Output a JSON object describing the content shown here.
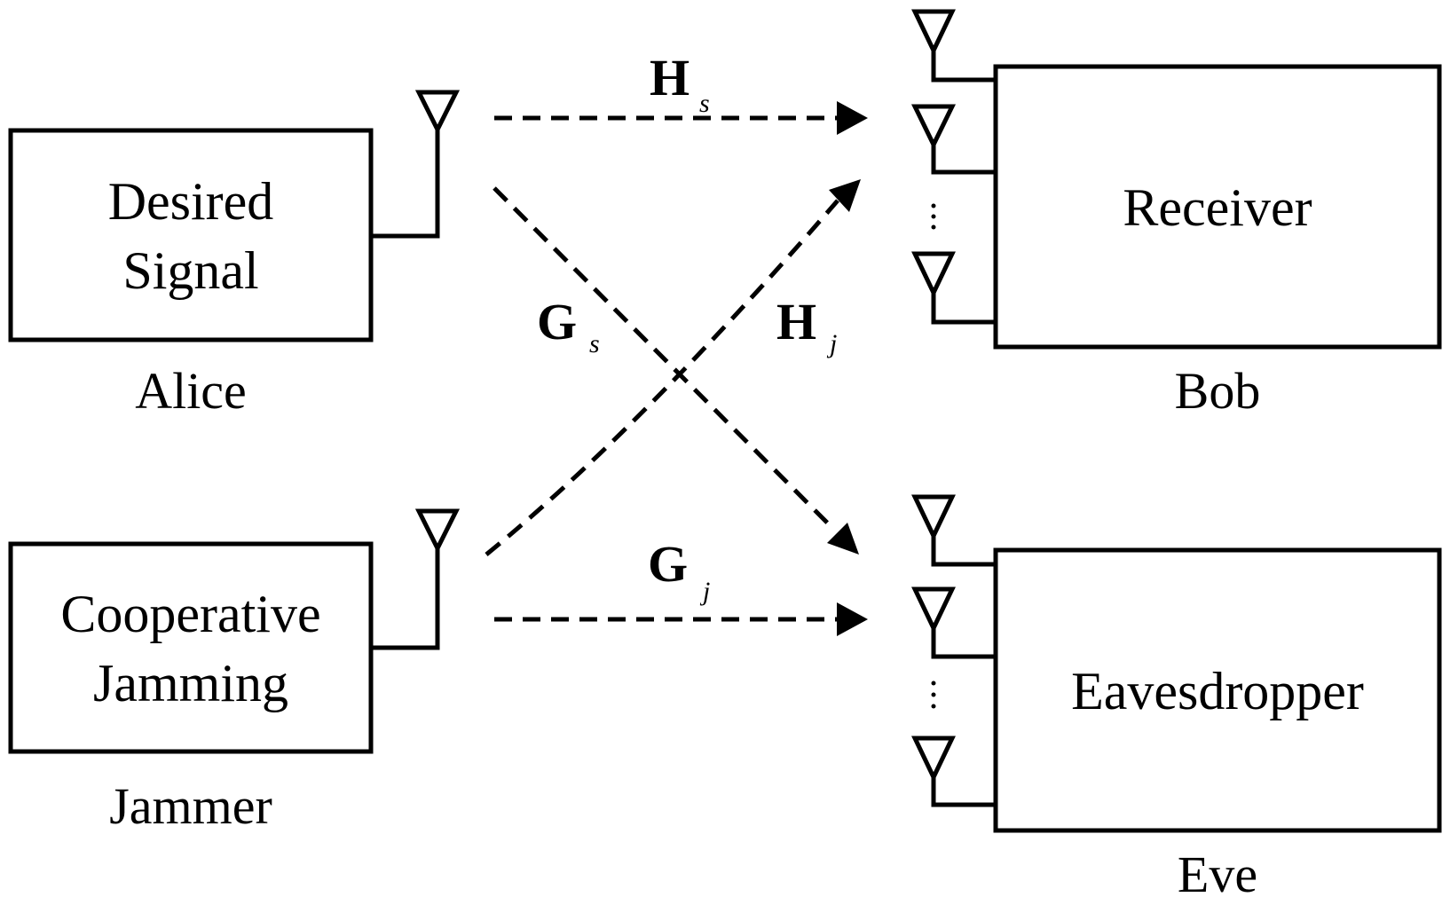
{
  "alice": {
    "box_lines": [
      "Desired",
      "Signal"
    ],
    "caption": "Alice"
  },
  "jammer": {
    "box_lines": [
      "Cooperative",
      "Jamming"
    ],
    "caption": "Jammer"
  },
  "bob": {
    "box_label": "Receiver",
    "caption": "Bob"
  },
  "eve": {
    "box_label": "Eavesdropper",
    "caption": "Eve"
  },
  "channels": {
    "hs": {
      "main": "H",
      "sub": "s"
    },
    "gs": {
      "main": "G",
      "sub": "s"
    },
    "hj": {
      "main": "H",
      "sub": "j"
    },
    "gj": {
      "main": "G",
      "sub": "j"
    }
  },
  "colors": {
    "stroke": "#000000",
    "background": "#ffffff"
  }
}
